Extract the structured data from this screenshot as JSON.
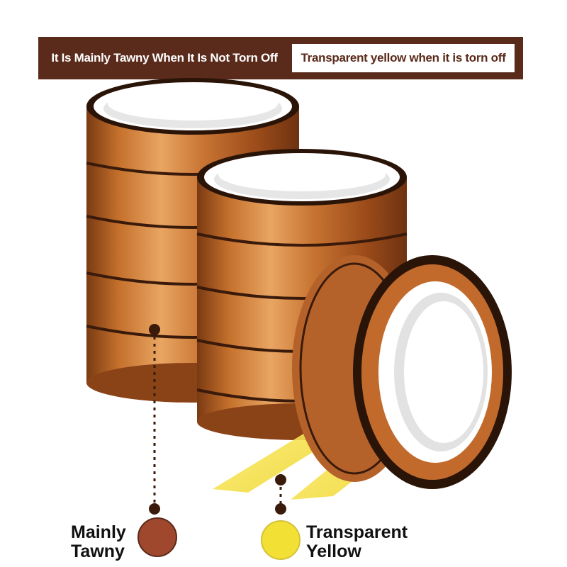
{
  "banner": {
    "left_text": "It Is Mainly Tawny When It Is Not Torn Off",
    "right_text": "Transparent yellow when it is torn off"
  },
  "legend": {
    "tawny_line1": "Mainly",
    "tawny_line2": "Tawny",
    "yellow_line1": "Transparent",
    "yellow_line2": "Yellow"
  },
  "colors": {
    "banner_bg": "#5a2a1a",
    "tawny": "#a0482e",
    "tape_orange": "#c8742f",
    "transparent_yellow": "#f2e035"
  }
}
